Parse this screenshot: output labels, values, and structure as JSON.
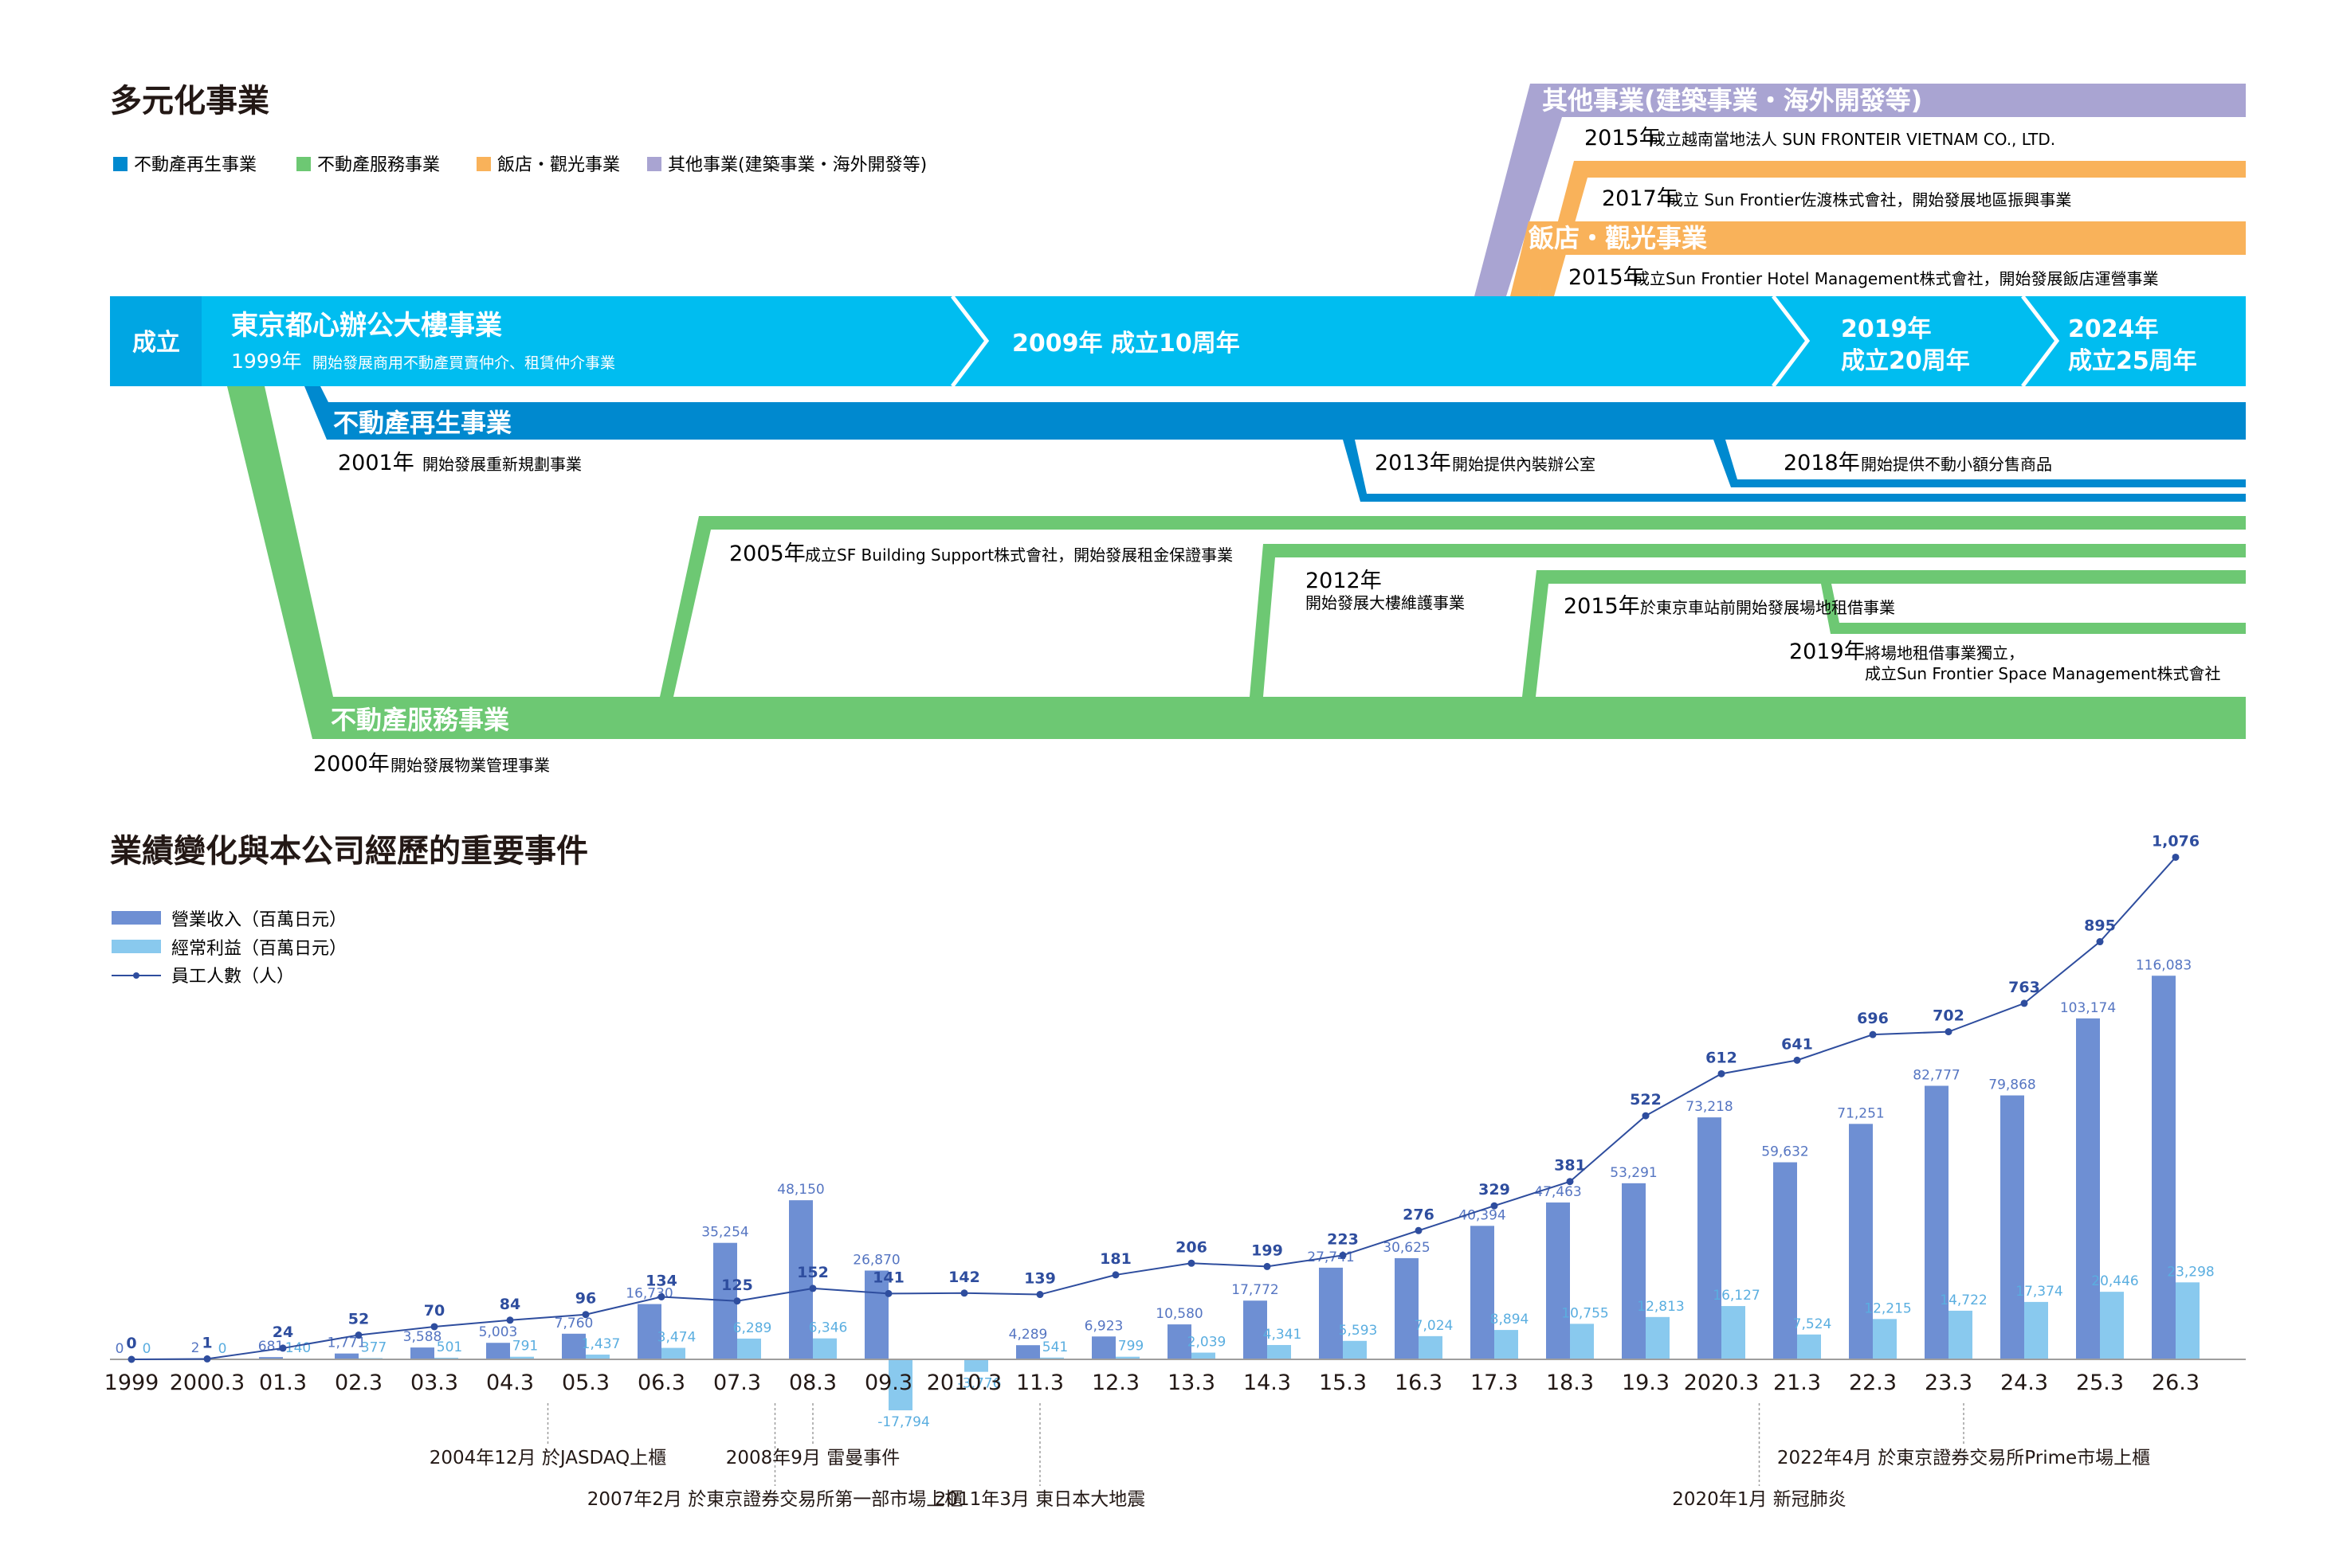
{
  "timeline": {
    "section_title": "多元化事業",
    "colors": {
      "revitalization": "#0089CF",
      "service": "#6DC873",
      "hotel": "#F9B25A",
      "other": "#A9A4D2",
      "main": "#00BDF0",
      "main_start": "#00A6E3"
    },
    "legend": [
      {
        "label": "不動產再生事業",
        "color": "#0089CF"
      },
      {
        "label": "不動產服務事業",
        "color": "#6DC873"
      },
      {
        "label": "飯店・觀光事業",
        "color": "#F9B25A"
      },
      {
        "label": "其他事業(建築事業・海外開發等)",
        "color": "#A9A4D2"
      }
    ],
    "main_bar": {
      "start": "成立",
      "title": "東京都心辦公大樓事業",
      "year": "1999年",
      "desc": "開始發展商用不動產買賣仲介、租賃仲介事業",
      "m10": "2009年 成立10周年",
      "m20_year": "2019年",
      "m20_text": "成立20周年",
      "m25_year": "2024年",
      "m25_text": "成立25周年"
    },
    "other": {
      "title": "其他事業(建築事業・海外開發等)",
      "e1_year": "2015年",
      "e1_text": "成立越南當地法人 SUN FRONTEIR VIETNAM CO., LTD.",
      "e2_year": "2017年",
      "e2_text": "成立 Sun Frontier佐渡株式會社，開始發展地區振興事業"
    },
    "hotel": {
      "title": "飯店・觀光事業",
      "e1_year": "2015年",
      "e1_text": "成立Sun Frontier Hotel Management株式會社，開始發展飯店運營事業"
    },
    "revitalization": {
      "title": "不動產再生事業",
      "e1_year": "2001年",
      "e1_text": "開始發展重新規劃事業",
      "e2_year": "2013年",
      "e2_text": "開始提供內裝辦公室",
      "e3_year": "2018年",
      "e3_text": "開始提供不動小額分售商品"
    },
    "service": {
      "title": "不動產服務事業",
      "e0_year": "2000年",
      "e0_text": "開始發展物業管理事業",
      "e1_year": "2005年",
      "e1_text": "成立SF Building Support株式會社，開始發展租金保證事業",
      "e2_year": "2012年",
      "e2_text": "開始發展大樓維護事業",
      "e3_year": "2015年",
      "e3_text": "於東京車站前開始發展場地租借事業",
      "e4_year": "2019年",
      "e4_text1": "將場地租借事業獨立，",
      "e4_text2": "成立Sun Frontier Space Management株式會社"
    }
  },
  "performance": {
    "section_title": "業績變化與本公司經歷的重要事件"
  },
  "chart_data": {
    "type": "bar",
    "legend_placement": "top-left",
    "grid": false,
    "categories": [
      "1999",
      "2000.3",
      "01.3",
      "02.3",
      "03.3",
      "04.3",
      "05.3",
      "06.3",
      "07.3",
      "08.3",
      "09.3",
      "2010.3",
      "11.3",
      "12.3",
      "13.3",
      "14.3",
      "15.3",
      "16.3",
      "17.3",
      "18.3",
      "19.3",
      "2020.3",
      "21.3",
      "22.3",
      "23.3",
      "24.3",
      "25.3",
      "26.3"
    ],
    "series": [
      {
        "name": "營業收入（百萬日元）",
        "kind": "bar",
        "color": "#6E8FD3",
        "label_color": "#5575C2",
        "values": [
          0,
          2,
          681,
          1771,
          3588,
          5003,
          7760,
          16730,
          35254,
          48150,
          26870,
          null,
          4289,
          6923,
          10580,
          17772,
          27741,
          30625,
          40394,
          47463,
          53291,
          73218,
          59632,
          71251,
          82777,
          79868,
          103174,
          116083
        ]
      },
      {
        "name": "經常利益（百萬日元）",
        "kind": "bar",
        "color": "#89C9EE",
        "label_color": "#5AAEE0",
        "values": [
          0,
          0,
          140,
          377,
          501,
          791,
          1437,
          3474,
          6289,
          6346,
          -17794,
          -3776,
          541,
          799,
          2039,
          4341,
          5593,
          7024,
          8894,
          10755,
          12813,
          16127,
          7524,
          12215,
          14722,
          17374,
          20446,
          23298
        ]
      },
      {
        "name": "員工人數（人）",
        "kind": "line",
        "color": "#2E4D9E",
        "values": [
          0,
          1,
          24,
          52,
          70,
          84,
          96,
          134,
          125,
          152,
          141,
          142,
          139,
          181,
          206,
          199,
          223,
          276,
          329,
          381,
          522,
          612,
          641,
          696,
          702,
          763,
          895,
          1076
        ]
      }
    ],
    "events": [
      {
        "label": "2004年12月 於JASDAQ上櫃"
      },
      {
        "label": "2007年2月 於東京證券交易所第一部市場上櫃"
      },
      {
        "label": "2008年9月 雷曼事件"
      },
      {
        "label": "2011年3月 東日本大地震"
      },
      {
        "label": "2020年1月 新冠肺炎"
      },
      {
        "label": "2022年4月 於東京證券交易所Prime市場上櫃"
      }
    ]
  }
}
